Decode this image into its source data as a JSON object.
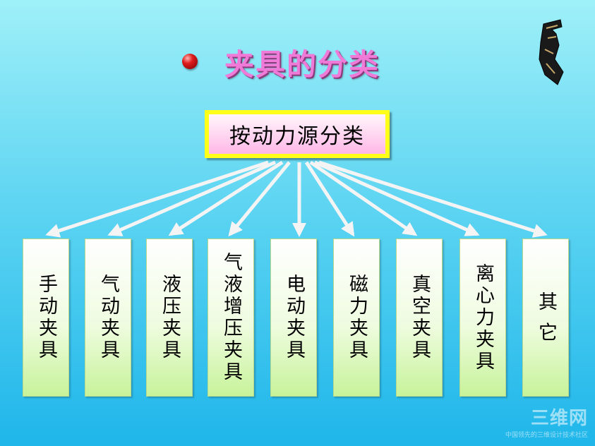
{
  "title": "夹具的分类",
  "root": {
    "label": "按动力源分类"
  },
  "leaves": [
    {
      "label": "手动夹具"
    },
    {
      "label": "气动夹具"
    },
    {
      "label": "液压夹具"
    },
    {
      "label": "气液增压夹具"
    },
    {
      "label": "电动夹具"
    },
    {
      "label": "磁力夹具"
    },
    {
      "label": "真空夹具"
    },
    {
      "label": "离心力夹具"
    },
    {
      "label": "其 它"
    }
  ],
  "watermark": {
    "main": "三维网",
    "sub": "中国领先的三维设计技术社区"
  },
  "colors": {
    "title": "#f07ad8",
    "root_border": "#ffff1a",
    "arrow": "#f4f4f4"
  }
}
